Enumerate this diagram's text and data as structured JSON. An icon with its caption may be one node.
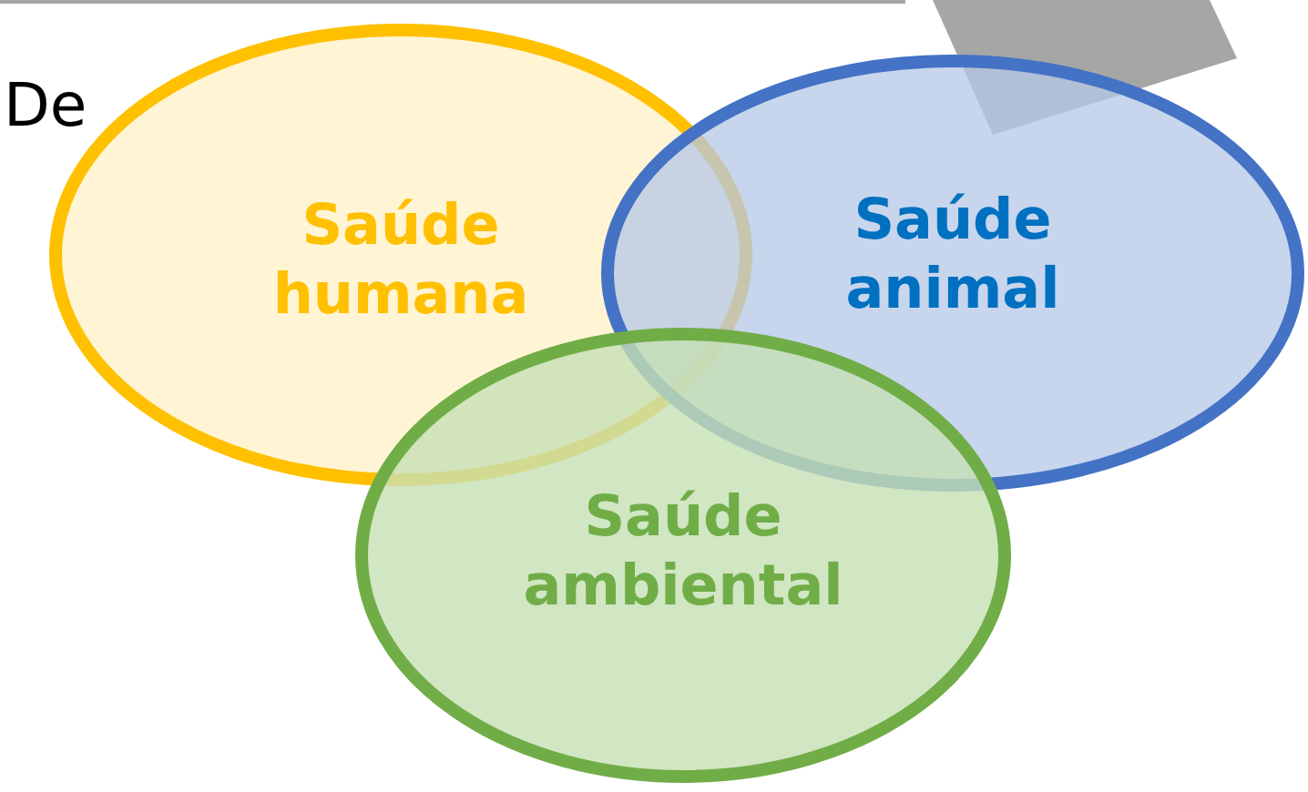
{
  "diagram": {
    "nodes": [
      {
        "text": [
          "Saúde humana"
        ]
      },
      {
        "text": [
          "Saúde animal"
        ]
      },
      {
        "text": [
          "Saúde ambiental"
        ]
      },
      {
        "text": [],
        "shape": "box"
      }
    ],
    "labels": [
      "De"
    ]
  }
}
